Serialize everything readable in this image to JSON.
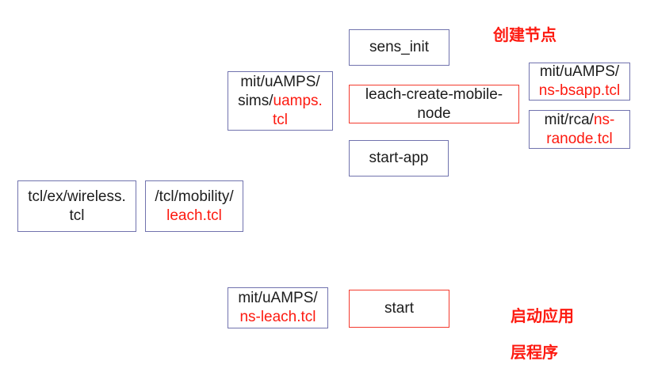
{
  "colors": {
    "box_border_blue": "#7173ae",
    "box_border_red": "#f43a2e",
    "text_black": "#1c1c1c",
    "text_red": "#fd1a10",
    "background": "#ffffff"
  },
  "boxes": {
    "sens_init": {
      "line1": "sens_init"
    },
    "uamps": {
      "line1": "mit/uAMPS/",
      "line2_black": "sims/",
      "line2_red": "uamps.",
      "line3_red": "tcl"
    },
    "leach_create": {
      "line1": "leach-create-mobile-",
      "line2": "node"
    },
    "bsapp": {
      "line1": "mit/uAMPS/",
      "line2_red": "ns-bsapp.tcl"
    },
    "ranode": {
      "line1_black": "mit/rca/",
      "line1_red": "ns-",
      "line2_red": "ranode.tcl"
    },
    "start_app": {
      "line1": "start-app"
    },
    "wireless": {
      "line1": "tcl/ex/wireless.",
      "line2": "tcl"
    },
    "mobility": {
      "line1": "/tcl/mobility/",
      "line2_red": "leach.tcl"
    },
    "ns_leach": {
      "line1": "mit/uAMPS/",
      "line2_red": "ns-leach.tcl"
    },
    "start": {
      "line1": "start"
    }
  },
  "labels": {
    "create_node": "创建节点",
    "start_layer_line1": "启动应用",
    "start_layer_line2": "层程序"
  }
}
